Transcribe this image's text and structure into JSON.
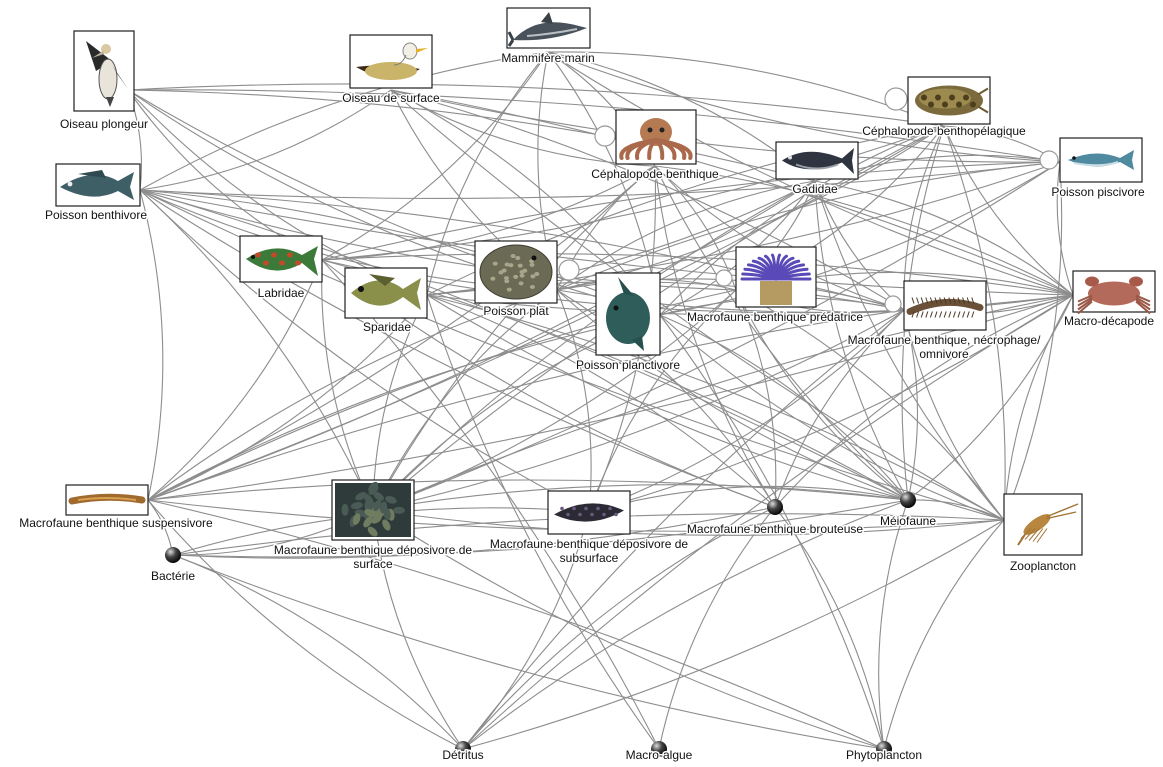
{
  "colors": {
    "edge": "#8d8d8d",
    "label": "#111111",
    "frame": "#1e1e1e",
    "ball_light": "#dddddd",
    "ball_dark": "#000000"
  },
  "nodes": [
    {
      "id": "oiseau_plongeur",
      "label": [
        "Oiseau plongeur"
      ],
      "kind": "image",
      "icon": "gannet-icon"
    },
    {
      "id": "oiseau_surface",
      "label": [
        "Oiseau de surface"
      ],
      "kind": "image",
      "icon": "seagull-icon"
    },
    {
      "id": "mammifere",
      "label": [
        "Mammifère marin"
      ],
      "kind": "image",
      "icon": "dolphin-icon"
    },
    {
      "id": "cephalo_bp",
      "label": [
        "Céphalopode benthopélagique"
      ],
      "kind": "image",
      "icon": "cuttlefish-icon"
    },
    {
      "id": "cephalo_b",
      "label": [
        "Céphalopode benthique"
      ],
      "kind": "image",
      "icon": "octopus-icon"
    },
    {
      "id": "gadidae",
      "label": [
        "Gadidae"
      ],
      "kind": "image",
      "icon": "cod-icon"
    },
    {
      "id": "piscivore",
      "label": [
        "Poisson piscivore"
      ],
      "kind": "image",
      "icon": "mackerel-icon"
    },
    {
      "id": "benthivore",
      "label": [
        "Poisson benthivore"
      ],
      "kind": "image",
      "icon": "bass-icon"
    },
    {
      "id": "labridae",
      "label": [
        "Labridae"
      ],
      "kind": "image",
      "icon": "wrasse-icon"
    },
    {
      "id": "sparidae",
      "label": [
        "Sparidae"
      ],
      "kind": "image",
      "icon": "seabream-icon"
    },
    {
      "id": "plat",
      "label": [
        "Poisson plat"
      ],
      "kind": "image",
      "icon": "flatfish-icon"
    },
    {
      "id": "planctivore",
      "label": [
        "Poisson planctivore"
      ],
      "kind": "image",
      "icon": "sunfish-icon"
    },
    {
      "id": "predatrice",
      "label": [
        "Macrofaune benthique prédatrice"
      ],
      "kind": "image",
      "icon": "anemone-icon"
    },
    {
      "id": "necrophage",
      "label": [
        "Macrofaune benthique, nécrophage/",
        "omnivore"
      ],
      "kind": "image",
      "icon": "worm-icon"
    },
    {
      "id": "decapode",
      "label": [
        "Macro-décapode"
      ],
      "kind": "image",
      "icon": "crab-icon"
    },
    {
      "id": "suspensivore",
      "label": [
        "Macrofaune benthique suspensivore"
      ],
      "kind": "image",
      "icon": "tube-worm-icon"
    },
    {
      "id": "dep_surface",
      "label": [
        "Macrofaune benthique déposivore de",
        "surface"
      ],
      "kind": "image",
      "icon": "mussel-bed-icon"
    },
    {
      "id": "dep_subsurface",
      "label": [
        "Macrofaune benthique déposivore de",
        "subsurface"
      ],
      "kind": "image",
      "icon": "sea-cucumber-icon"
    },
    {
      "id": "brouteuse",
      "label": [
        "Macrofaune benthique brouteuse"
      ],
      "kind": "ball"
    },
    {
      "id": "meiofaune",
      "label": [
        "Méiofaune"
      ],
      "kind": "ball"
    },
    {
      "id": "zooplancton",
      "label": [
        "Zooplancton"
      ],
      "kind": "image",
      "icon": "copepod-icon"
    },
    {
      "id": "bacterie",
      "label": [
        "Bactérie"
      ],
      "kind": "ball"
    },
    {
      "id": "detritus",
      "label": [
        "Détritus"
      ],
      "kind": "ball"
    },
    {
      "id": "macroalgue",
      "label": [
        "Macro-algue"
      ],
      "kind": "ball"
    },
    {
      "id": "phytoplancton",
      "label": [
        "Phytoplancton"
      ],
      "kind": "ball"
    }
  ],
  "edges": [
    [
      "oiseau_plongeur",
      "benthivore"
    ],
    [
      "oiseau_plongeur",
      "plat"
    ],
    [
      "oiseau_plongeur",
      "gadidae"
    ],
    [
      "oiseau_plongeur",
      "planctivore"
    ],
    [
      "oiseau_plongeur",
      "piscivore"
    ],
    [
      "oiseau_plongeur",
      "sparidae"
    ],
    [
      "oiseau_plongeur",
      "cephalo_bp"
    ],
    [
      "oiseau_plongeur",
      "labridae"
    ],
    [
      "oiseau_surface",
      "benthivore"
    ],
    [
      "oiseau_surface",
      "plat"
    ],
    [
      "oiseau_surface",
      "planctivore"
    ],
    [
      "oiseau_surface",
      "piscivore"
    ],
    [
      "oiseau_surface",
      "decapode"
    ],
    [
      "oiseau_surface",
      "cephalo_b"
    ],
    [
      "oiseau_surface",
      "necrophage"
    ],
    [
      "oiseau_surface",
      "zooplancton"
    ],
    [
      "mammifere",
      "cephalo_bp"
    ],
    [
      "mammifere",
      "piscivore"
    ],
    [
      "mammifere",
      "gadidae"
    ],
    [
      "mammifere",
      "plat"
    ],
    [
      "mammifere",
      "planctivore"
    ],
    [
      "mammifere",
      "benthivore"
    ],
    [
      "mammifere",
      "cephalo_b"
    ],
    [
      "mammifere",
      "sparidae"
    ],
    [
      "mammifere",
      "labridae"
    ],
    [
      "mammifere",
      "decapode"
    ],
    [
      "cephalo_bp",
      "piscivore"
    ],
    [
      "cephalo_bp",
      "planctivore"
    ],
    [
      "cephalo_bp",
      "plat"
    ],
    [
      "cephalo_bp",
      "decapode"
    ],
    [
      "cephalo_bp",
      "predatrice"
    ],
    [
      "cephalo_bp",
      "necrophage"
    ],
    [
      "cephalo_bp",
      "zooplancton"
    ],
    [
      "cephalo_bp",
      "sparidae"
    ],
    [
      "cephalo_bp",
      "labridae"
    ],
    [
      "cephalo_bp",
      "dep_surface"
    ],
    [
      "cephalo_bp",
      "suspensivore"
    ],
    [
      "cephalo_bp",
      "meiofaune"
    ],
    [
      "cephalo_b",
      "decapode"
    ],
    [
      "cephalo_b",
      "plat"
    ],
    [
      "cephalo_b",
      "dep_subsurface"
    ],
    [
      "cephalo_b",
      "necrophage"
    ],
    [
      "cephalo_b",
      "predatrice"
    ],
    [
      "cephalo_b",
      "dep_surface"
    ],
    [
      "cephalo_b",
      "suspensivore"
    ],
    [
      "cephalo_b",
      "brouteuse"
    ],
    [
      "cephalo_b",
      "labridae"
    ],
    [
      "cephalo_b",
      "meiofaune"
    ],
    [
      "gadidae",
      "planctivore"
    ],
    [
      "gadidae",
      "plat"
    ],
    [
      "gadidae",
      "decapode"
    ],
    [
      "gadidae",
      "necrophage"
    ],
    [
      "gadidae",
      "predatrice"
    ],
    [
      "gadidae",
      "dep_surface"
    ],
    [
      "gadidae",
      "suspensivore"
    ],
    [
      "gadidae",
      "zooplancton"
    ],
    [
      "gadidae",
      "sparidae"
    ],
    [
      "gadidae",
      "meiofaune"
    ],
    [
      "piscivore",
      "planctivore"
    ],
    [
      "piscivore",
      "plat"
    ],
    [
      "piscivore",
      "sparidae"
    ],
    [
      "piscivore",
      "labridae"
    ],
    [
      "piscivore",
      "benthivore"
    ],
    [
      "piscivore",
      "gadidae"
    ],
    [
      "piscivore",
      "zooplancton"
    ],
    [
      "piscivore",
      "decapode"
    ],
    [
      "piscivore",
      "dep_surface"
    ],
    [
      "benthivore",
      "decapode"
    ],
    [
      "benthivore",
      "necrophage"
    ],
    [
      "benthivore",
      "predatrice"
    ],
    [
      "benthivore",
      "dep_surface"
    ],
    [
      "benthivore",
      "dep_subsurface"
    ],
    [
      "benthivore",
      "suspensivore"
    ],
    [
      "benthivore",
      "brouteuse"
    ],
    [
      "benthivore",
      "meiofaune"
    ],
    [
      "benthivore",
      "plat"
    ],
    [
      "benthivore",
      "planctivore"
    ],
    [
      "benthivore",
      "zooplancton"
    ],
    [
      "labridae",
      "decapode"
    ],
    [
      "labridae",
      "dep_surface"
    ],
    [
      "labridae",
      "suspensivore"
    ],
    [
      "labridae",
      "brouteuse"
    ],
    [
      "labridae",
      "meiofaune"
    ],
    [
      "labridae",
      "necrophage"
    ],
    [
      "labridae",
      "macroalgue"
    ],
    [
      "sparidae",
      "dep_surface"
    ],
    [
      "sparidae",
      "suspensivore"
    ],
    [
      "sparidae",
      "macroalgue"
    ],
    [
      "sparidae",
      "necrophage"
    ],
    [
      "sparidae",
      "decapode"
    ],
    [
      "sparidae",
      "brouteuse"
    ],
    [
      "sparidae",
      "meiofaune"
    ],
    [
      "sparidae",
      "zooplancton"
    ],
    [
      "plat",
      "dep_surface"
    ],
    [
      "plat",
      "dep_subsurface"
    ],
    [
      "plat",
      "suspensivore"
    ],
    [
      "plat",
      "necrophage"
    ],
    [
      "plat",
      "decapode"
    ],
    [
      "plat",
      "brouteuse"
    ],
    [
      "plat",
      "meiofaune"
    ],
    [
      "plat",
      "predatrice"
    ],
    [
      "planctivore",
      "zooplancton"
    ],
    [
      "planctivore",
      "phytoplancton"
    ],
    [
      "planctivore",
      "dep_surface"
    ],
    [
      "planctivore",
      "meiofaune"
    ],
    [
      "planctivore",
      "suspensivore"
    ],
    [
      "planctivore",
      "necrophage"
    ],
    [
      "predatrice",
      "suspensivore"
    ],
    [
      "predatrice",
      "dep_surface"
    ],
    [
      "predatrice",
      "dep_subsurface"
    ],
    [
      "predatrice",
      "brouteuse"
    ],
    [
      "predatrice",
      "meiofaune"
    ],
    [
      "predatrice",
      "zooplancton"
    ],
    [
      "predatrice",
      "necrophage"
    ],
    [
      "predatrice",
      "decapode"
    ],
    [
      "necrophage",
      "detritus"
    ],
    [
      "necrophage",
      "dep_surface"
    ],
    [
      "necrophage",
      "suspensivore"
    ],
    [
      "necrophage",
      "meiofaune"
    ],
    [
      "necrophage",
      "brouteuse"
    ],
    [
      "necrophage",
      "dep_subsurface"
    ],
    [
      "necrophage",
      "zooplancton"
    ],
    [
      "decapode",
      "suspensivore"
    ],
    [
      "decapode",
      "dep_surface"
    ],
    [
      "decapode",
      "dep_subsurface"
    ],
    [
      "decapode",
      "brouteuse"
    ],
    [
      "decapode",
      "meiofaune"
    ],
    [
      "decapode",
      "detritus"
    ],
    [
      "decapode",
      "necrophage"
    ],
    [
      "decapode",
      "zooplancton"
    ],
    [
      "suspensivore",
      "phytoplancton"
    ],
    [
      "suspensivore",
      "detritus"
    ],
    [
      "suspensivore",
      "bacterie"
    ],
    [
      "suspensivore",
      "zooplancton"
    ],
    [
      "suspensivore",
      "meiofaune"
    ],
    [
      "dep_surface",
      "detritus"
    ],
    [
      "dep_surface",
      "bacterie"
    ],
    [
      "dep_surface",
      "phytoplancton"
    ],
    [
      "dep_surface",
      "meiofaune"
    ],
    [
      "dep_surface",
      "zooplancton"
    ],
    [
      "dep_subsurface",
      "detritus"
    ],
    [
      "dep_subsurface",
      "bacterie"
    ],
    [
      "dep_subsurface",
      "meiofaune"
    ],
    [
      "brouteuse",
      "macroalgue"
    ],
    [
      "brouteuse",
      "phytoplancton"
    ],
    [
      "brouteuse",
      "detritus"
    ],
    [
      "brouteuse",
      "bacterie"
    ],
    [
      "meiofaune",
      "detritus"
    ],
    [
      "meiofaune",
      "bacterie"
    ],
    [
      "meiofaune",
      "phytoplancton"
    ],
    [
      "meiofaune",
      "zooplancton"
    ],
    [
      "zooplancton",
      "phytoplancton"
    ],
    [
      "zooplancton",
      "detritus"
    ],
    [
      "zooplancton",
      "bacterie"
    ],
    [
      "bacterie",
      "detritus"
    ],
    [
      "bacterie",
      "phytoplancton"
    ]
  ]
}
